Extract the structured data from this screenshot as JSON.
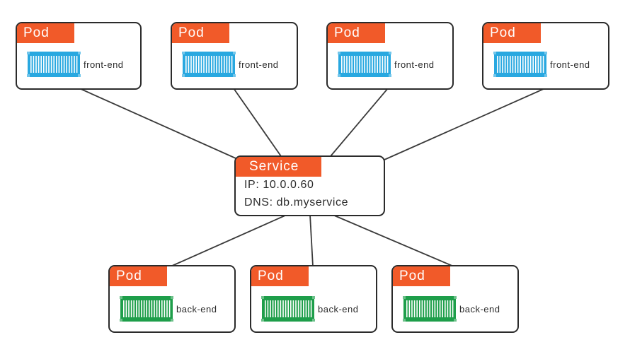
{
  "pod_tag": "Pod",
  "service": {
    "tag": "Service",
    "ip": "IP: 10.0.0.60",
    "dns": "DNS: db.myservice",
    "tag_color": "#f15a29"
  },
  "front_pods": [
    {
      "label": "front-end"
    },
    {
      "label": "front-end"
    },
    {
      "label": "front-end"
    },
    {
      "label": "front-end"
    }
  ],
  "back_pods": [
    {
      "label": "back-end"
    },
    {
      "label": "back-end"
    },
    {
      "label": "back-end"
    }
  ],
  "colors": {
    "front_container": "#29a8e0",
    "back_container": "#1e9e4a",
    "tag": "#f15a29"
  },
  "icons": {
    "container": "shipping-container-icon"
  }
}
